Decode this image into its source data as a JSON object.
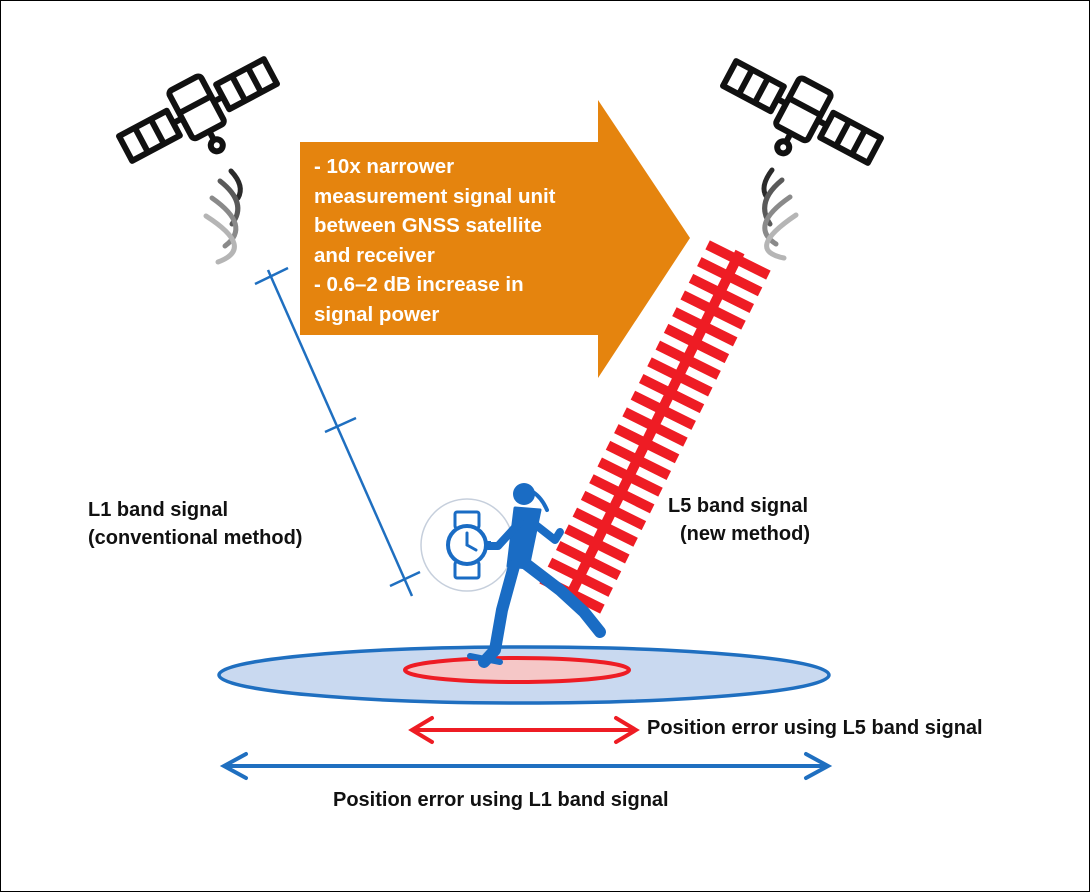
{
  "arrow_box": {
    "lines": [
      "- 10x narrower",
      "measurement signal unit",
      "between GNSS satellite",
      "and receiver",
      "- 0.6–2 dB increase in",
      "signal power"
    ]
  },
  "labels": {
    "l1_signal_line1": "L1 band signal",
    "l1_signal_line2": "(conventional method)",
    "l5_signal_line1": "L5 band signal",
    "l5_signal_line2": "(new method)",
    "l5_error": "Position error using L5 band signal",
    "l1_error": "Position error using L1 band signal"
  },
  "colors": {
    "arrow_orange": "#e5840e",
    "l1_blue": "#1f6fc0",
    "l5_red": "#ee1c24",
    "runner_blue": "#1a6cc4",
    "ellipse_fill": "#c9d9f0",
    "signal_grey": "#a0a0a0"
  },
  "icons": [
    "satellite-left-icon",
    "satellite-right-icon",
    "runner-icon",
    "smartwatch-icon"
  ]
}
